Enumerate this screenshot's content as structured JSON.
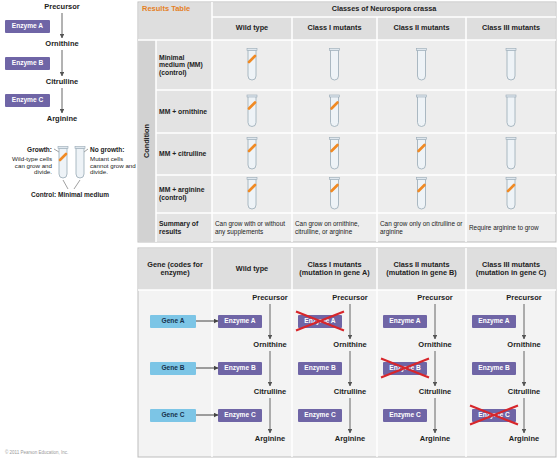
{
  "diagram": {
    "nodes": [
      {
        "text": [
          "Enzyme A"
        ]
      },
      {
        "text": [
          "Enzyme B"
        ]
      },
      {
        "text": [
          "Enzyme C"
        ]
      },
      {
        "text": [
          "Gene A"
        ]
      },
      {
        "text": [
          "Enzyme A"
        ]
      },
      {
        "text": [
          "Enzyme A"
        ]
      },
      {
        "text": [
          "Enzyme A"
        ]
      },
      {
        "text": [
          "Enzyme A"
        ]
      },
      {
        "text": [
          "Gene B"
        ]
      },
      {
        "text": [
          "Enzyme B"
        ]
      },
      {
        "text": [
          "Enzyme B"
        ]
      },
      {
        "text": [
          "Enzyme B"
        ]
      },
      {
        "text": [
          "Enzyme B"
        ]
      },
      {
        "text": [
          "Gene C"
        ]
      },
      {
        "text": [
          "Enzyme C"
        ]
      },
      {
        "text": [
          "Enzyme C"
        ]
      },
      {
        "text": [
          "Enzyme C"
        ]
      },
      {
        "text": [
          "Enzyme C"
        ]
      }
    ],
    "edges": [
      {
        "from": 3,
        "to": 4,
        "arrow": "to"
      },
      {
        "from": 8,
        "to": 9,
        "arrow": "to"
      },
      {
        "from": 13,
        "to": 14,
        "arrow": "to"
      }
    ],
    "labels": [
      "Precursor",
      "Ornithine",
      "Citrulline",
      "Arginine",
      "Growth:",
      "Wild-type cells can grow and divide.",
      "No growth:",
      "Mutant cells cannot grow and divide.",
      "Control: Minimal medium",
      "Results Table",
      "Classes of Neurospora crassa",
      "Wild type",
      "Class I mutants",
      "Class II mutants",
      "Class III mutants",
      "Condition",
      "Minimal medium (MM) (control)",
      "MM + ornithine",
      "MM + citrulline",
      "MM + arginine (control)",
      "Summary of results",
      "Can grow with or without any supplements",
      "Can grow on ornithine, citrulline, or arginine",
      "Can grow only on citrulline or arginine",
      "Require arginine to grow",
      "Gene (codes for enzyme)",
      "Wild type",
      "Class I mutants (mutation in gene A)",
      "Class II mutants (mutation in gene B)",
      "Class III mutants (mutation in gene C)",
      "Precursor",
      "Ornithine",
      "Citrulline",
      "Arginine",
      "Precursor",
      "Ornithine",
      "Citrulline",
      "Arginine",
      "Precursor",
      "Ornithine",
      "Citrulline",
      "Arginine",
      "Precursor",
      "Ornithine",
      "Citrulline",
      "Arginine",
      "© 2011 Pearson Education, Inc."
    ]
  }
}
